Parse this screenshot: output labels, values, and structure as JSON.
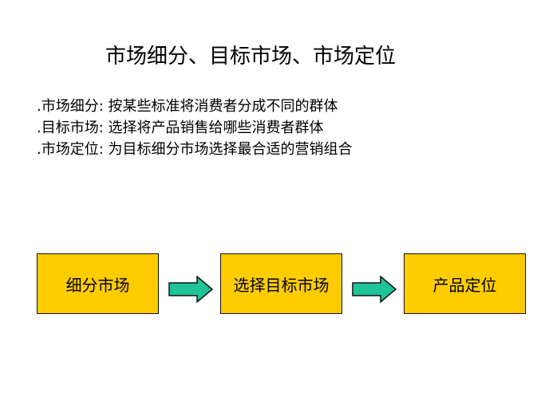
{
  "title": "市场细分、目标市场、市场定位",
  "bullets": [
    ".市场细分: 按某些标准将消费者分成不同的群体",
    ".目标市场: 选择将产品销售给哪些消费者群体",
    ".市场定位: 为目标细分市场选择最合适的营销组合"
  ],
  "flow": [
    "细分市场",
    "选择目标市场",
    "产品定位"
  ],
  "colors": {
    "box": "#FFCC00",
    "arrow": "#1EC498"
  }
}
